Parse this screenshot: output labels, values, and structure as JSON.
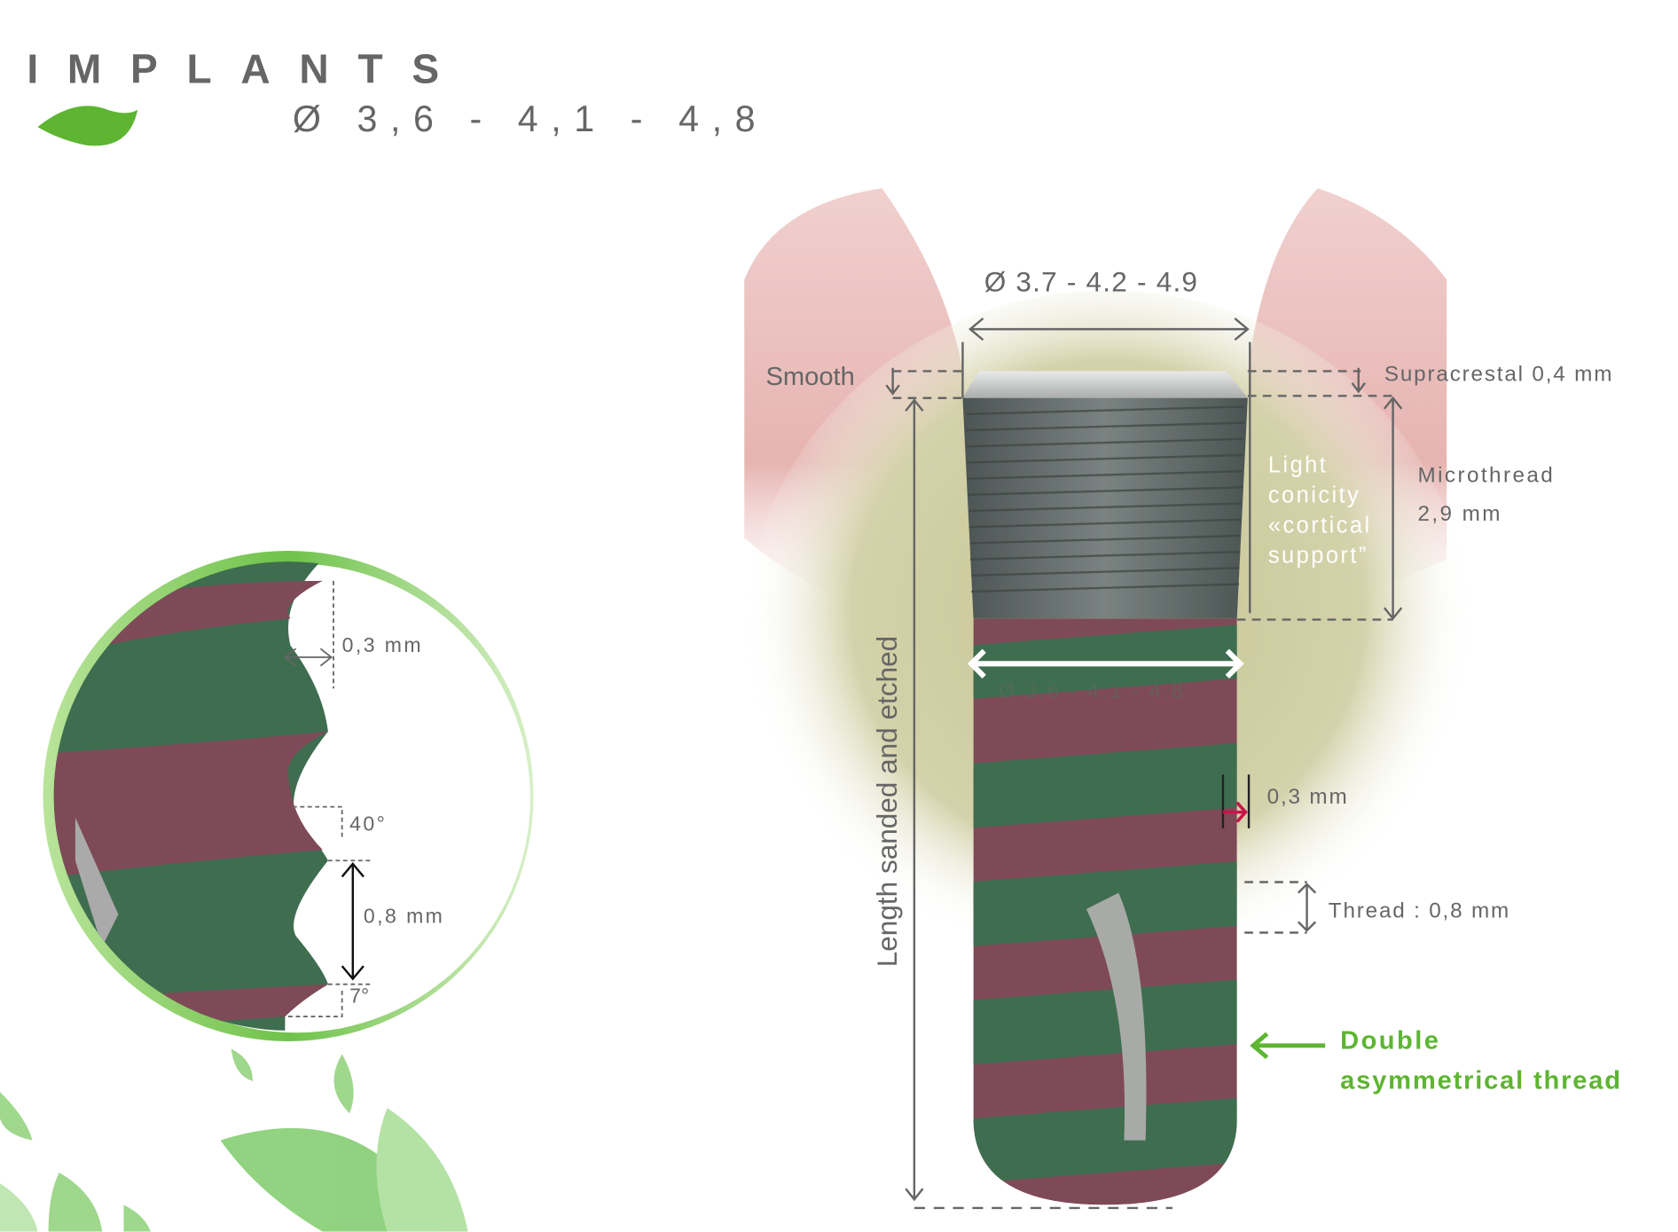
{
  "header": {
    "title": "IMPLANTS",
    "diameter_range": "Ø  3,6 - 4,1 - 4,8"
  },
  "labels": {
    "top_diameter": "Ø 3.7 - 4.2 - 4.9",
    "smooth": "Smooth",
    "supracrestal": "Supracrestal 0,4 mm",
    "conicity": [
      "Light",
      "conicity",
      "«cortical",
      "support”"
    ],
    "microthread": "Microthread",
    "microthread_len": "2,9 mm",
    "body_diameter": "Ø 3.6 - 4.1 - 4.8",
    "length": "Length  sanded and etched",
    "thread_depth": "0,3 mm",
    "thread_pitch": "Thread : 0,8 mm",
    "double": "Double",
    "asym": "asymmetrical thread"
  },
  "detail": {
    "depth": "0,3 mm",
    "angle_top": "40°",
    "pitch": "0,8 mm",
    "angle_bottom": "7°"
  },
  "colors": {
    "text": "#666666",
    "green_accent": "#5db531",
    "thread_green": "#3f6d4f",
    "thread_maroon": "#7e4a57",
    "gum": "#e8b9b6",
    "bone": "#c9c79a",
    "collar": "#5d6664",
    "red_arrow": "#c8164a"
  }
}
